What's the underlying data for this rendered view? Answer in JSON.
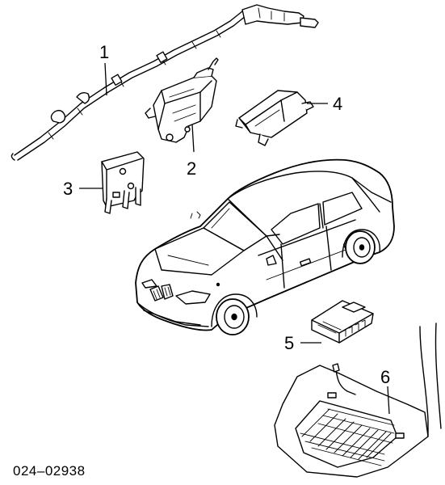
{
  "callouts": [
    {
      "id": "1",
      "label": "1"
    },
    {
      "id": "2",
      "label": "2"
    },
    {
      "id": "3",
      "label": "3"
    },
    {
      "id": "4",
      "label": "4"
    },
    {
      "id": "5",
      "label": "5"
    },
    {
      "id": "6",
      "label": "6"
    }
  ],
  "document_number": "024–02938"
}
